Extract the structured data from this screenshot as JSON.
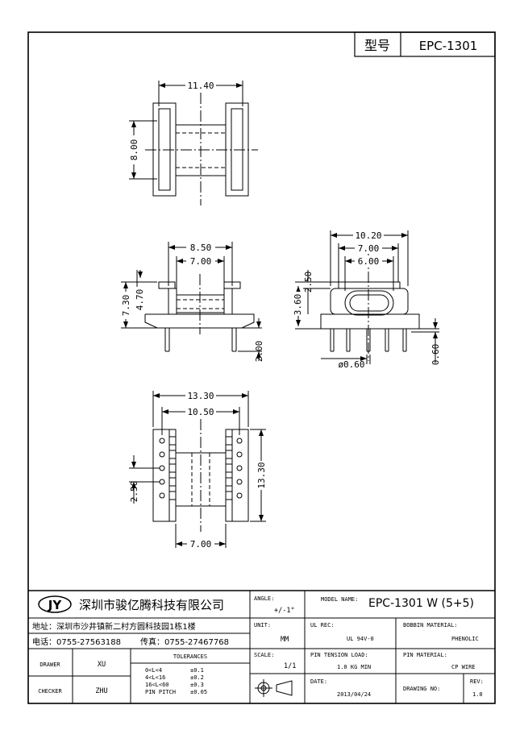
{
  "header": {
    "model_label": "型号",
    "model_value": "EPC-1301"
  },
  "dimensions": {
    "top_width": "11.40",
    "top_height": "8.00",
    "side_outer": "8.50",
    "side_inner": "7.00",
    "side_total_h": "7.30",
    "side_upper_h": "4.70",
    "side_pin_len": "2.00",
    "front_outer": "10.20",
    "front_mid": "7.00",
    "front_inner": "6.00",
    "front_h1": "2.50",
    "front_h2": "3.60",
    "front_pin_d": "ø0.60",
    "front_pin_w": "0.60",
    "bottom_outer": "13.30",
    "bottom_inner": "10.50",
    "bottom_height": "13.30",
    "bottom_pitch": "2.50",
    "bottom_span": "7.00"
  },
  "title_block": {
    "logo": "JY",
    "company": "深圳市骏亿腾科技有限公司",
    "address": "地址：深圳市沙井镇新二村方圆科技园1栋1楼",
    "phone": "电话：0755-27563188",
    "fax": "传真：0755-27467768",
    "drawer_label": "DRAWER",
    "drawer_value": "XU",
    "checker_label": "CHECKER",
    "checker_value": "ZHU",
    "tolerances_label": "TOLERANCES",
    "tolerances": [
      {
        "range": "0<L<4",
        "value": "±0.1"
      },
      {
        "range": "4<L<16",
        "value": "±0.2"
      },
      {
        "range": "16<L<60",
        "value": "±0.3"
      },
      {
        "range": "PIN PITCH",
        "value": "±0.05"
      }
    ],
    "angle_label": "ANGLE:",
    "angle_value": "+/-1°",
    "unit_label": "UNIT:",
    "unit_value": "MM",
    "scale_label": "SCALE:",
    "scale_value": "1/1",
    "model_name_label": "MODEL NAME:",
    "model_name_value": "EPC-1301 W (5+5)",
    "ul_rec_label": "UL REC:",
    "ul_rec_value": "UL 94V-0",
    "bobbin_material_label": "BOBBIN MATERIAL:",
    "bobbin_material_value": "PHENOLIC",
    "pin_tension_label": "PIN TENSION LOAD:",
    "pin_tension_value": "1.0 KG MIN",
    "pin_material_label": "PIN MATERIAL:",
    "pin_material_value": "CP WIRE",
    "date_label": "DATE:",
    "date_value": "2013/04/24",
    "drawing_no_label": "DRAWING NO:",
    "rev_label": "REV:",
    "rev_value": "1.0"
  }
}
